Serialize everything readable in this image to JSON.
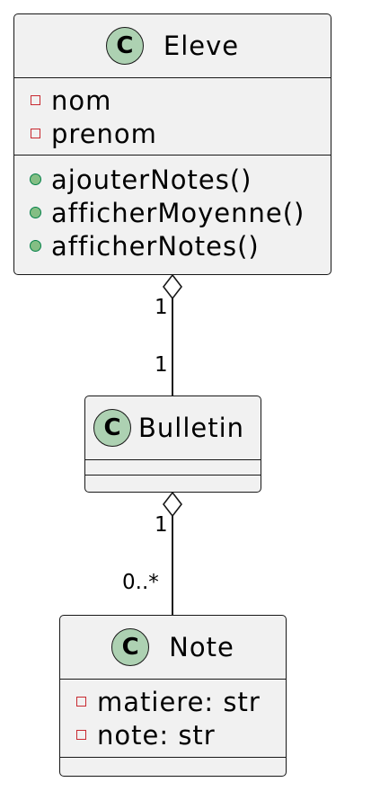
{
  "classes": {
    "eleve": {
      "name": "Eleve",
      "badge": "C",
      "attributes": [
        "nom",
        "prenom"
      ],
      "methods": [
        "ajouterNotes()",
        "afficherMoyenne()",
        "afficherNotes()"
      ]
    },
    "bulletin": {
      "name": "Bulletin",
      "badge": "C",
      "attributes": [],
      "methods": []
    },
    "note": {
      "name": "Note",
      "badge": "C",
      "attributes": [
        "matiere: str",
        "note: str"
      ],
      "methods": []
    }
  },
  "relations": {
    "eleve_bulletin": {
      "type": "aggregation",
      "source_mult": "1",
      "target_mult": "1"
    },
    "bulletin_note": {
      "type": "aggregation",
      "source_mult": "1",
      "target_mult": "0..*"
    }
  },
  "colors": {
    "box_fill": "#f1f1f1",
    "badge_fill": "#add1b2",
    "private_marker": "#c82930",
    "public_marker": "#84be84"
  }
}
